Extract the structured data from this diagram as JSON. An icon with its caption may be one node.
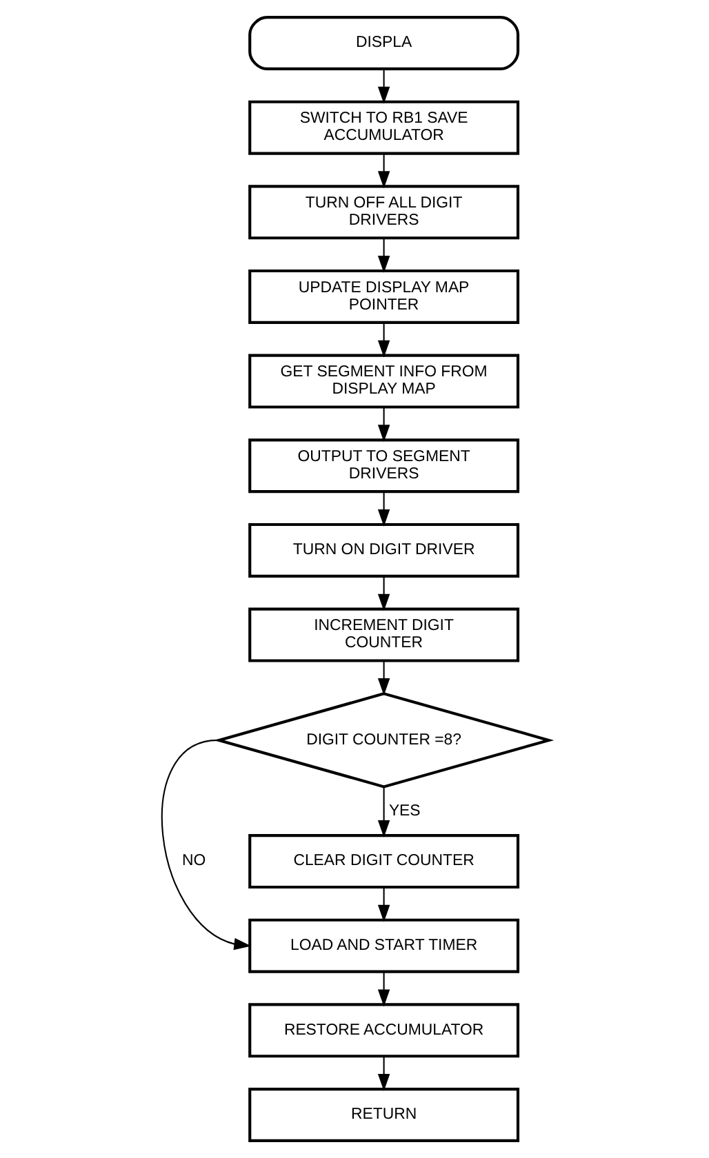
{
  "diagram": {
    "nodes": [
      {
        "text": [
          "DISPLA"
        ]
      },
      {
        "text": [
          "SWITCH TO RB1 SAVE ACCUMULATOR"
        ]
      },
      {
        "text": [
          "TURN OFF ALL DIGIT DRIVERS"
        ]
      },
      {
        "text": [
          "UPDATE DISPLAY MAP POINTER"
        ]
      },
      {
        "text": [
          "GET SEGMENT INFO FROM DISPLAY MAP"
        ]
      },
      {
        "text": [
          "OUTPUT TO SEGMENT DRIVERS"
        ]
      },
      {
        "text": [
          "TURN ON DIGIT DRIVER"
        ]
      },
      {
        "text": [
          "INCREMENT DIGIT COUNTER"
        ]
      },
      {
        "text": [
          "DIGIT COUNTER =8?"
        ]
      },
      {
        "text": [
          "CLEAR DIGIT COUNTER"
        ]
      },
      {
        "text": [
          "LOAD AND START TIMER"
        ]
      },
      {
        "text": [
          "RESTORE ACCUMULATOR"
        ]
      },
      {
        "text": [
          "RETURN"
        ]
      }
    ],
    "edges": [
      {
        "from": 0,
        "to": 1,
        "arrow": "to"
      },
      {
        "from": 1,
        "to": 2,
        "arrow": "to"
      },
      {
        "from": 2,
        "to": 3,
        "arrow": "to"
      },
      {
        "from": 3,
        "to": 4,
        "arrow": "to"
      },
      {
        "from": 4,
        "to": 5,
        "arrow": "to"
      },
      {
        "from": 5,
        "to": 6,
        "arrow": "to"
      },
      {
        "from": 6,
        "to": 7,
        "arrow": "to"
      },
      {
        "from": 7,
        "to": 8,
        "arrow": "to"
      },
      {
        "from": 8,
        "to": 9,
        "arrow": "to",
        "label": "YES"
      },
      {
        "from": 9,
        "to": 10,
        "arrow": "to"
      },
      {
        "from": 8,
        "to": 10,
        "arrow": "to",
        "label": "NO"
      },
      {
        "from": 10,
        "to": 11,
        "arrow": "to"
      },
      {
        "from": 11,
        "to": 12,
        "arrow": "to"
      }
    ]
  }
}
